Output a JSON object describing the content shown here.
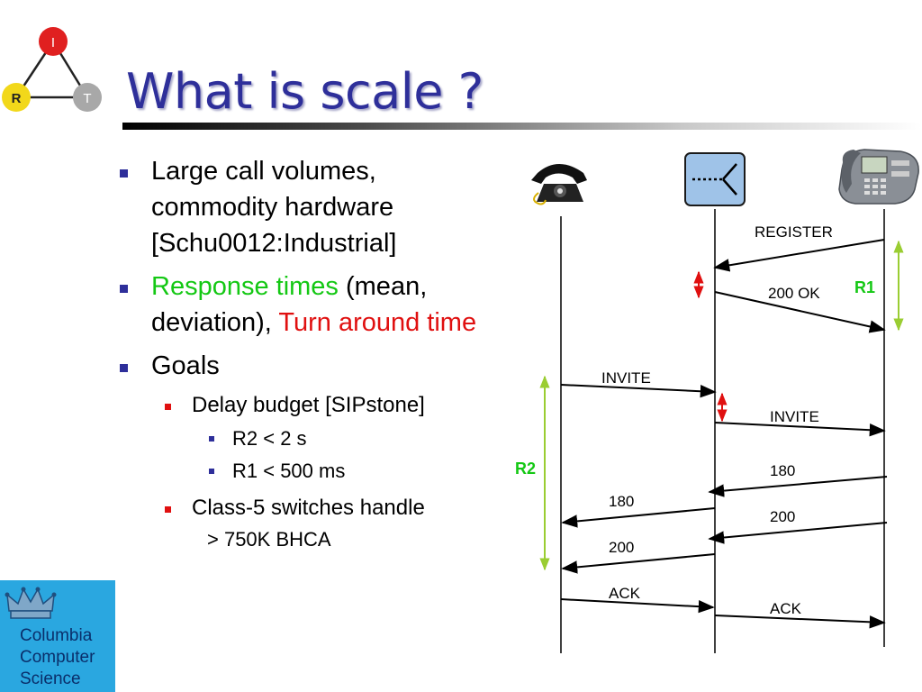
{
  "logo": {
    "top_letter": "I",
    "left_letter": "R",
    "right_letter": "T"
  },
  "title": "What is scale ?",
  "bullets": {
    "item1": {
      "line1": "Large call volumes,",
      "line2": "commodity hardware",
      "line3": "[Schu0012:Industrial]"
    },
    "item2": {
      "green_text": "Response times",
      "text_a": " (mean,",
      "text_b": "deviation), ",
      "red_text": "Turn around time"
    },
    "item3": {
      "label": "Goals",
      "sub1": "Delay budget [SIPstone]",
      "sub1_items": [
        "R2 < 2 s",
        "R1 < 500 ms"
      ],
      "sub2": "Class-5 switches handle",
      "sub2_cont": "> 750K BHCA"
    }
  },
  "columbia": {
    "line1": "Columbia",
    "line2": "Computer",
    "line3": "Science"
  },
  "flow": {
    "messages": {
      "register": "REGISTER",
      "ok200": "200 OK",
      "invite_left": "INVITE",
      "invite_right": "INVITE",
      "r180_right": "180",
      "r180_left": "180",
      "r200_right": "200",
      "r200_left": "200",
      "ack_left": "ACK",
      "ack_right": "ACK"
    },
    "r1_label": "R1",
    "r2_label": "R2",
    "colors": {
      "green": "#9acd32",
      "red": "#e01010",
      "label_green": "#14c814"
    }
  }
}
